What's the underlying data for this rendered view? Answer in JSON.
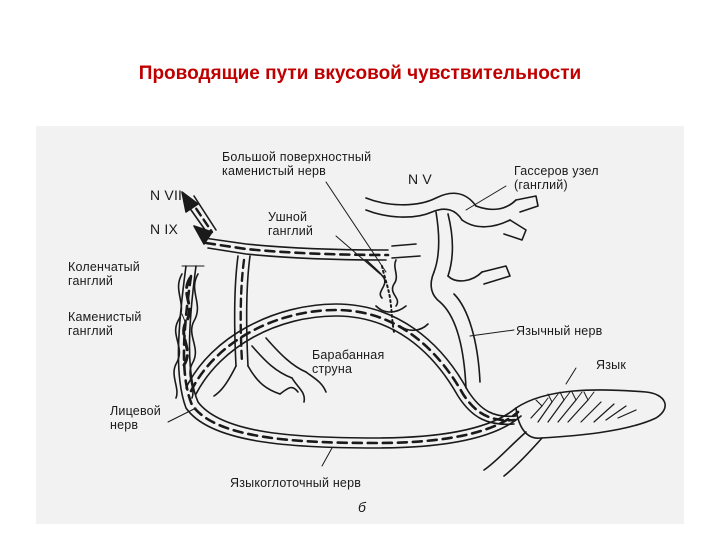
{
  "slide": {
    "title": "Проводящие пути вкусовой чувствительности"
  },
  "diagram": {
    "labels": {
      "greater_petrosal_nerve": "Большой поверхностный\nкаменистый нерв",
      "trigeminal": "N V",
      "gasserian_ganglion": "Гассеров узел\n(ганглий)",
      "n_vii": "N VII",
      "n_ix": "N IX",
      "otic_ganglion": "Ушной\nганглий",
      "geniculate_ganglion": "Коленчатый\nганглий",
      "petrosal_ganglion": "Каменистый\nганглий",
      "lingual_nerve": "Язычный нерв",
      "chorda_tympani": "Барабанная\nструна",
      "tongue": "Язык",
      "facial_nerve": "Лицевой\nнерв",
      "glossopharyngeal_nerve": "Языкоглоточный нерв",
      "panel_letter": "б"
    }
  }
}
